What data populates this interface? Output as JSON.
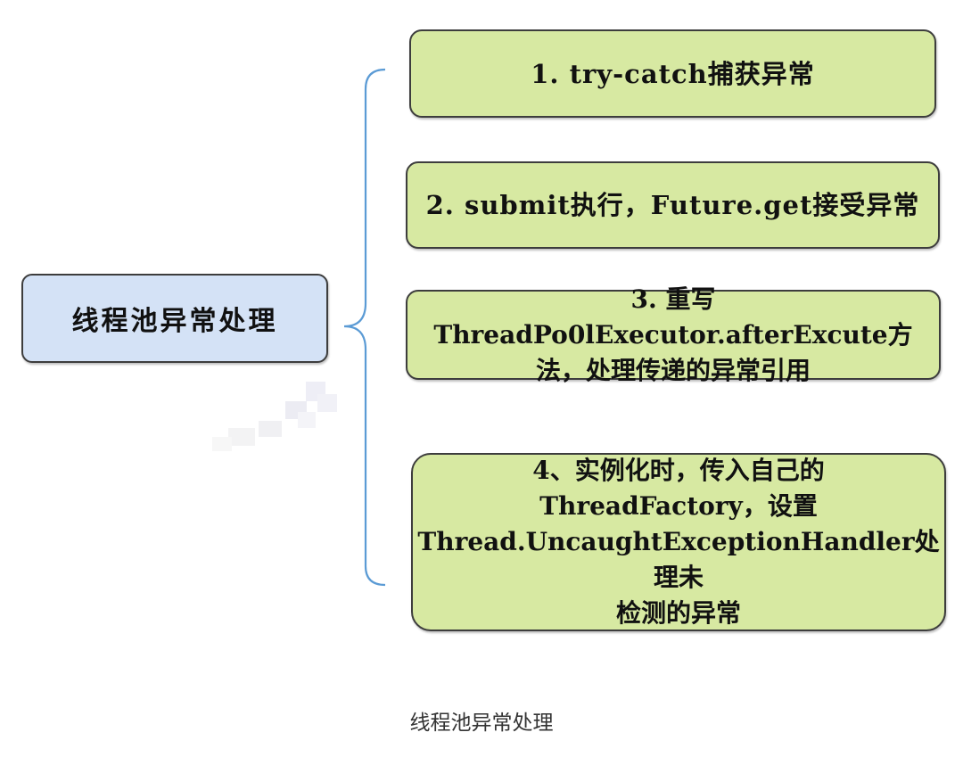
{
  "colors": {
    "root_fill": "#d4e2f6",
    "branch_fill": "#d7e9a2",
    "border": "#3d3d3d",
    "connector": "#5b9bd5"
  },
  "diagram": {
    "root": {
      "label": "线程池异常处理"
    },
    "branches": [
      {
        "label": "1. try-catch捕获异常"
      },
      {
        "label": "2. submit执行，Future.get接受异常"
      },
      {
        "label": "3. 重写ThreadPo0lExecutor.afterExcute方\n法，处理传递的异常引用"
      },
      {
        "label": "4、实例化时，传入自己的\nThreadFactory，设置\nThread.UncaughtExceptionHandler处理未\n检测的异常"
      }
    ]
  },
  "caption": "线程池异常处理"
}
